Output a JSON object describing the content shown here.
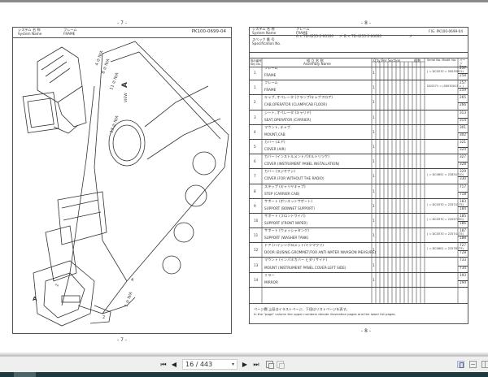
{
  "viewer": {
    "left_page": {
      "top_page_number": "- 7 -",
      "bottom_page_number": "- 7 -",
      "system_name_jp": "システム 名 称",
      "system_name_en": "System  Name",
      "frame_jp": "フレーム",
      "frame_en": "FRAME",
      "doc_code": "PK100-0699-04",
      "callouts": [
        "4",
        "8",
        "11",
        "13",
        "1",
        "2",
        "7",
        "N/A",
        "N/A",
        "N/A",
        "N/A",
        "VIEW A",
        "A"
      ]
    },
    "right_page": {
      "top_page_number": "- 8 -",
      "bottom_page_number": "- 8 -",
      "system_label_jp": "システム 名 称",
      "system_label_en": "System  Name",
      "system_value_jp": "フレーム",
      "system_value_en": "FRAME",
      "fig": "FIG. PK100-0699-04",
      "spec_label_jp": "スペック 番 号",
      "spec_label_en": "Specification  No.",
      "spec_a": "A < TD-4255-2-00100",
      "spec_a_end": ">",
      "spec_b": "B < TD-4255-2-00000",
      "spec_b_end": ">",
      "columns": {
        "key_no": "指示番号 Key No.",
        "assembly_jp": "組 立 名 称",
        "assembly_en": "Assembly  Name",
        "qty_header": "Q'ty Per Section",
        "qty_header_jp": "個数",
        "qty_letters": [
          "A",
          "B",
          "C",
          "D",
          "E",
          "F",
          "G",
          "H",
          "I",
          "J",
          "K",
          "L",
          "M",
          "N",
          "O"
        ],
        "serial_jp": "適 用 号 機",
        "serial_en": "Serial No. Modif. No.",
        "page": "ページ Page"
      },
      "rows": [
        {
          "key": "1",
          "jp": "フレーム",
          "en": "FRAME",
          "qty": "1",
          "serial": "( = DC0570 = 00030012)",
          "pages": [
            "257",
            "258"
          ]
        },
        {
          "key": "1",
          "jp": "フレーム",
          "en": "FRAME",
          "qty": "1",
          "serial": "DC0571 = (00030013 = )",
          "pages": [
            "257",
            "259"
          ]
        },
        {
          "key": "2",
          "jp": "キャブ, オペレータ (クランプ/キャブフロア)",
          "en": "CAB,OPERATOR (CLAMP/CAB FLOOR)",
          "qty": "1",
          "serial": "",
          "pages": [
            "265",
            "266"
          ]
        },
        {
          "key": "3",
          "jp": "シート, オペレータ (キャリヤ)",
          "en": "SEAT,OPERATOR (CARRIER)",
          "qty": "1",
          "serial": "",
          "pages": [
            "313",
            "314"
          ]
        },
        {
          "key": "4",
          "jp": "マウント, キャブ",
          "en": "MOUNT,CAB",
          "qty": "1",
          "serial": "",
          "pages": [
            "301",
            "302"
          ]
        },
        {
          "key": "5",
          "jp": "カバー (エア)",
          "en": "COVER (AIR)",
          "qty": "1",
          "serial": "",
          "pages": [
            "321",
            "324"
          ]
        },
        {
          "key": "6",
          "jp": "カバー (インストルメントパネルトリツケ)",
          "en": "COVER (INSTRUMENT PANEL INSTALLATION)",
          "qty": "1",
          "serial": "",
          "pages": [
            "327",
            "328"
          ]
        },
        {
          "key": "7",
          "jp": "カバー (ラジオナシ)",
          "en": "COVER (FOR WITHOUT THE RADIO)",
          "qty": "1",
          "serial": "( = DC0651 = 22834710)",
          "pages": [
            "329",
            "330"
          ]
        },
        {
          "key": "8",
          "jp": "ステップ (キャリヤキャブ)",
          "en": "STEP (CARRIER CAB)",
          "qty": "1",
          "serial": "",
          "pages": [
            "717",
            "718"
          ]
        },
        {
          "key": "9",
          "jp": "サポート (ボンネットサポート)",
          "en": "SUPPORT (BONNET SUPPORT)",
          "qty": "1",
          "serial": "( = DC0570 = 22574175)",
          "pages": [
            "183",
            "184"
          ]
        },
        {
          "key": "10",
          "jp": "サポート (フロントワイパ)",
          "en": "SUPPORT (FRONT WIPER)",
          "qty": "1",
          "serial": "( = DC0570 = 22057250)",
          "pages": [
            "185",
            "186"
          ]
        },
        {
          "key": "11",
          "jp": "サポート (ウォッシャタンク)",
          "en": "SUPPORT (WASHER TANK)",
          "qty": "1",
          "serial": "( = DC0570 = 22574175)",
          "pages": [
            "187",
            "188"
          ]
        },
        {
          "key": "12",
          "jp": "ドア (ハイシングロメット/ミツマワリ)",
          "en": "DOOR (BUSING GROMMET/FOR ANTI-WATER INVASION MEASURE)",
          "qty": "1",
          "serial": "( = DC0601 = 22578175)",
          "pages": [
            "727",
            "728"
          ]
        },
        {
          "key": "13",
          "jp": "マウント (インパネカバー ヒダリサイド)",
          "en": "MOUNT (INSTRUMENT PANEL COVER-LEFT SIDE)",
          "qty": "1",
          "serial": "",
          "pages": [
            "733",
            "734"
          ]
        },
        {
          "key": "14",
          "jp": "ミラー",
          "en": "MIRROR",
          "qty": "1",
          "serial": "",
          "pages": [
            "193",
            "194"
          ]
        }
      ],
      "footnote_jp": "ページ欄  上段はイラストページ、下段はリストページを表す。",
      "footnote_en": "In the \"page\" column the upper numbers denote illustration pages and the lower list pages."
    }
  },
  "toolbar": {
    "first_page_icon": "first-page-icon",
    "prev_page_icon": "prev-page-icon",
    "page_value": "16 / 443",
    "next_page_icon": "next-page-icon",
    "last_page_icon": "last-page-icon",
    "colors": {
      "bar": "#efefef",
      "taskbar": "#1f3a3e"
    }
  }
}
